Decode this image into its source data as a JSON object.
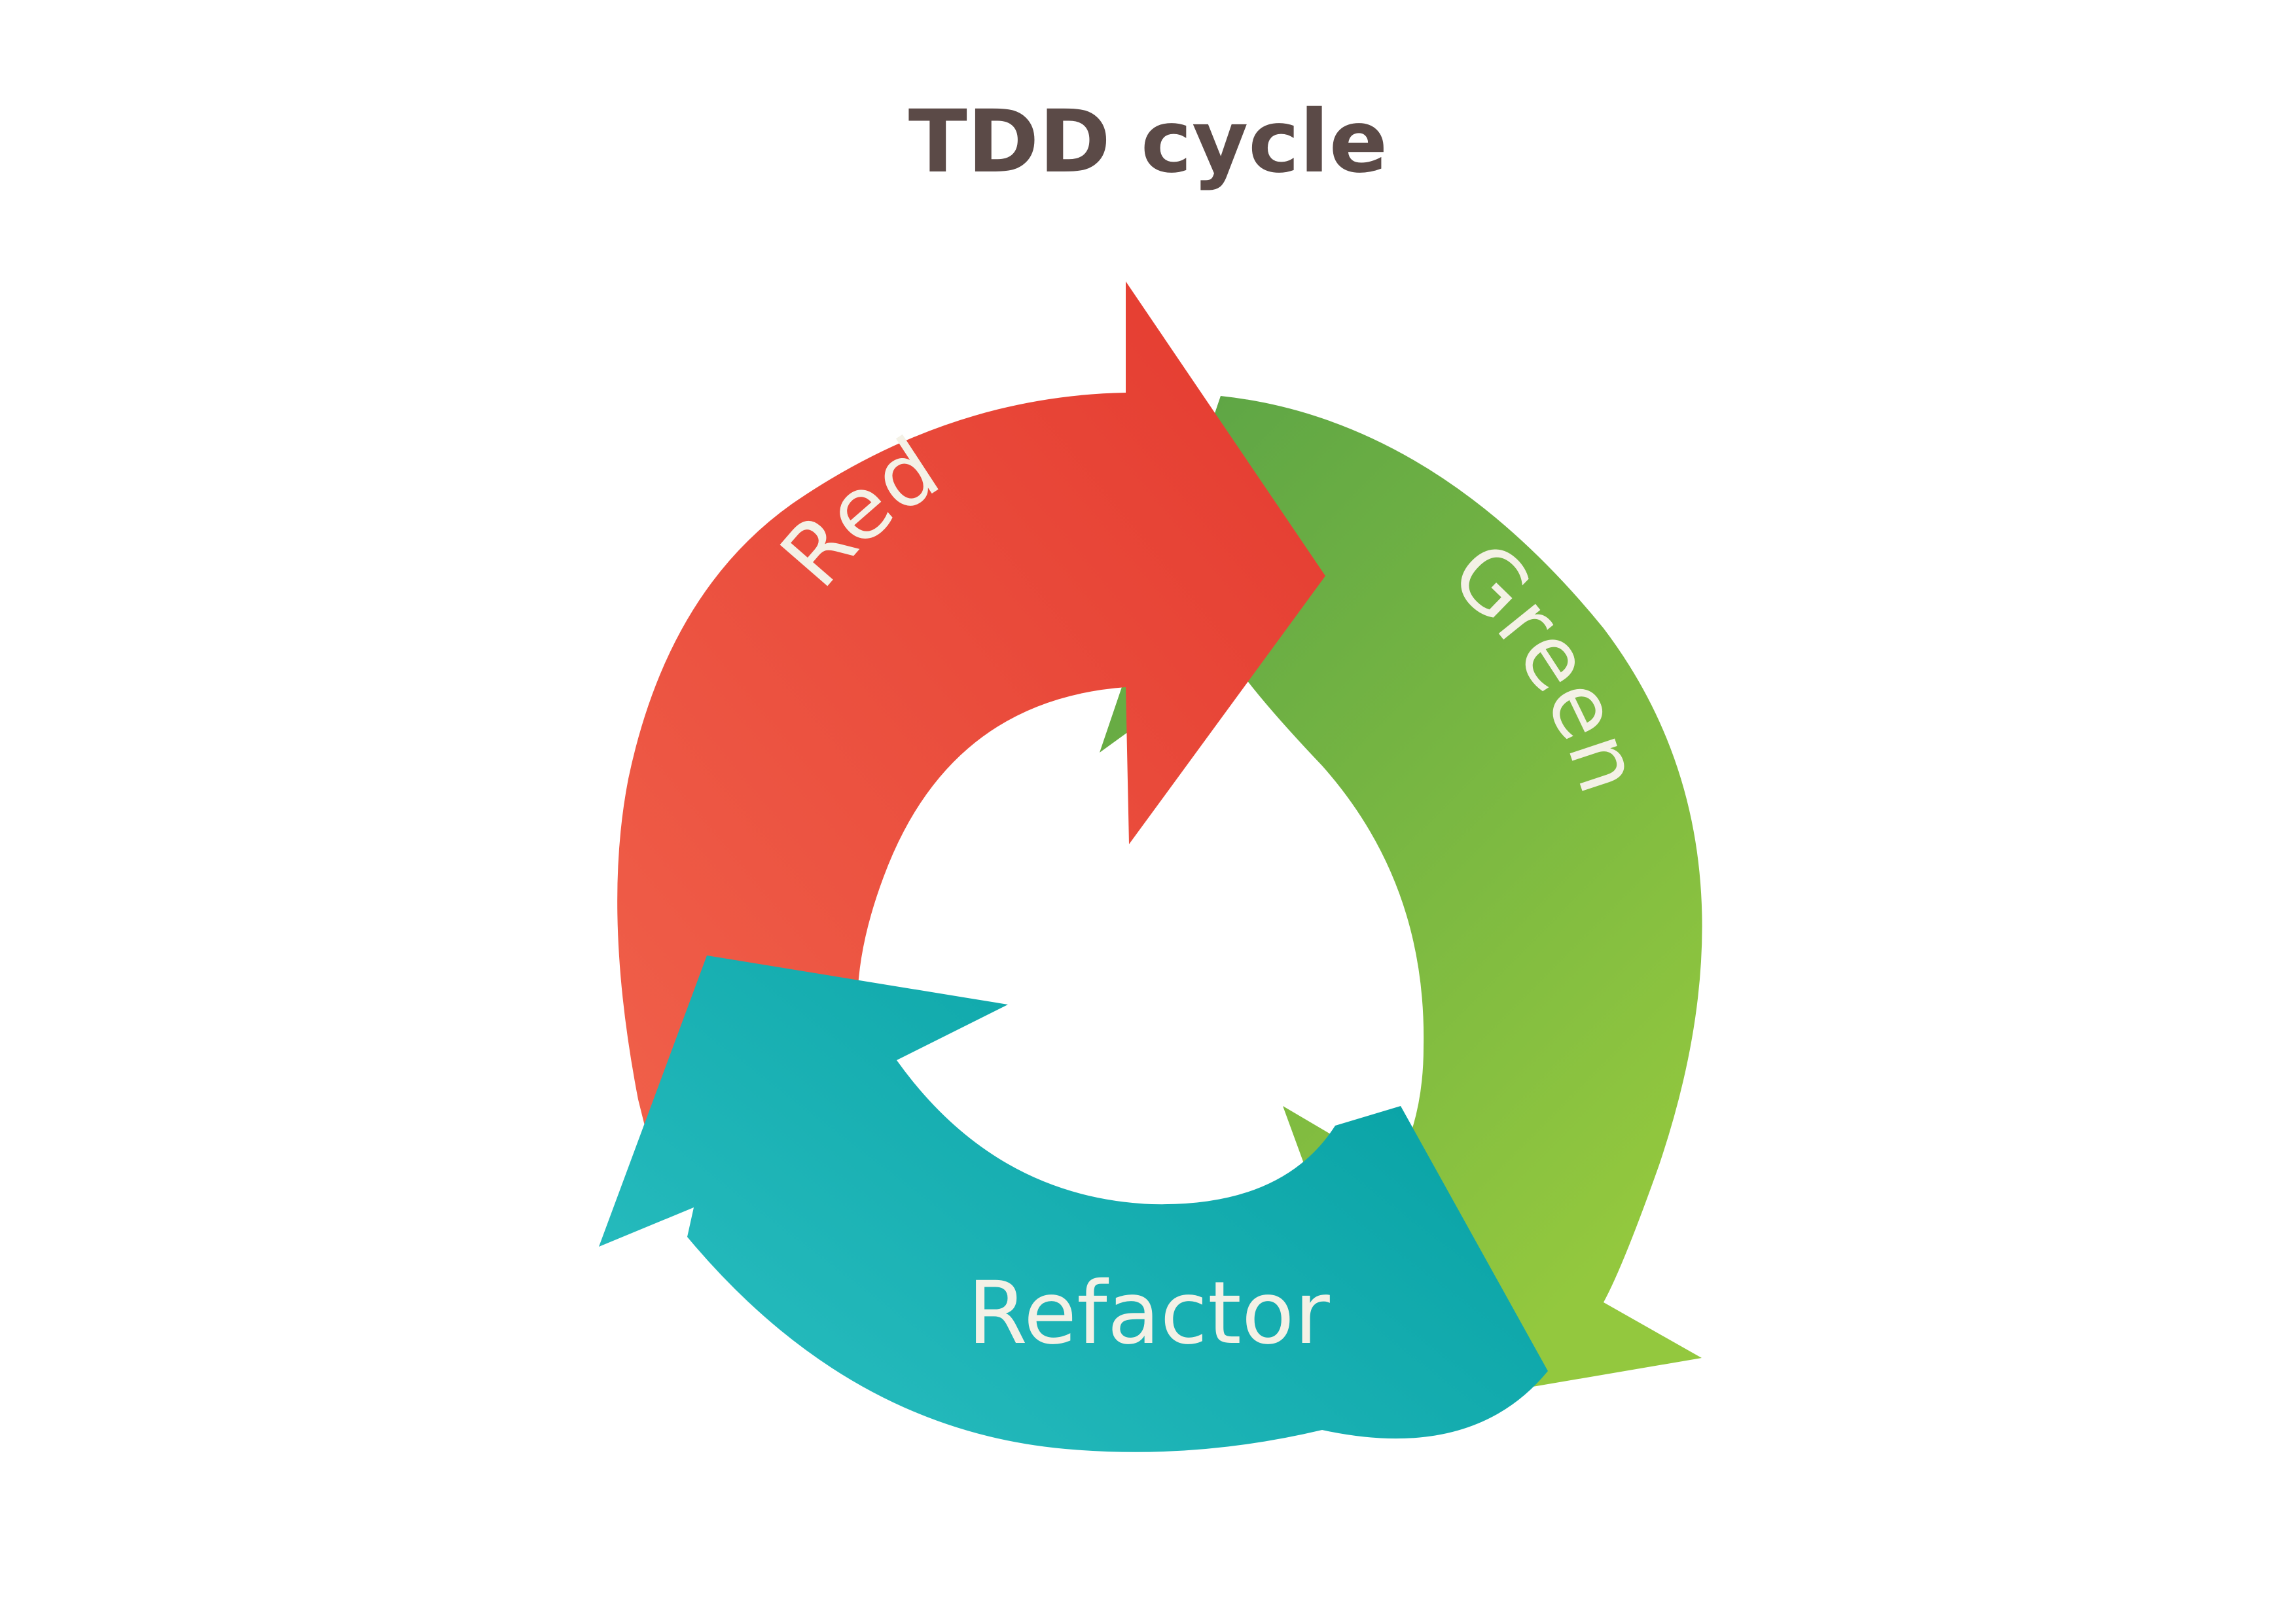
{
  "title": "TDD cycle",
  "stages": [
    {
      "name": "Red",
      "color_start": "#f0604a",
      "color_end": "#e43a2f"
    },
    {
      "name": "Green",
      "color_start": "#5aa346",
      "color_end": "#93c83e"
    },
    {
      "name": "Refactor",
      "color_start": "#2cc0c2",
      "color_end": "#07a1a4"
    }
  ],
  "colors": {
    "title": "#5b4a47",
    "label": "#f4f1e6",
    "background": "#ffffff"
  }
}
